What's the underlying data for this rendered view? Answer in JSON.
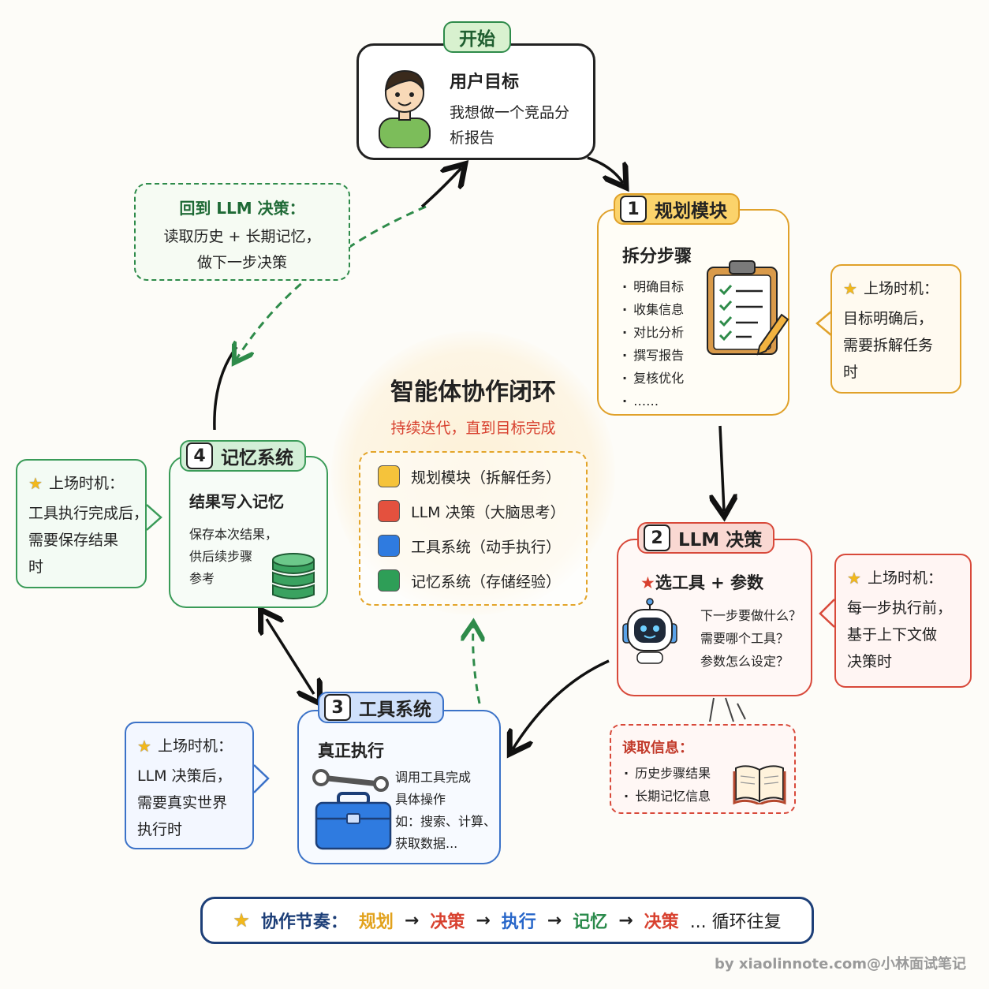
{
  "start": {
    "tag": "开始",
    "title": "用户目标",
    "desc_lines": [
      "我想做一个竞品分",
      "析报告"
    ]
  },
  "center": {
    "title": "智能体协作闭环",
    "subtitle": "持续迭代，直到目标完成",
    "legend": [
      {
        "label": "规划模块（拆解任务）",
        "color": "#f5c33b"
      },
      {
        "label": "LLM 决策（大脑思考）",
        "color": "#e4513e"
      },
      {
        "label": "工具系统（动手执行）",
        "color": "#2f7be0"
      },
      {
        "label": "记忆系统（存储经验）",
        "color": "#2e9e57"
      }
    ]
  },
  "planning": {
    "num": "1",
    "tag": "规划模块",
    "title": "拆分步骤",
    "steps": [
      "明确目标",
      "收集信息",
      "对比分析",
      "撰写报告",
      "复核优化",
      "……"
    ],
    "note": {
      "head": "上场时机：",
      "lines": [
        "目标明确后，",
        "需要拆解任务",
        "时"
      ]
    }
  },
  "llm": {
    "num": "2",
    "tag": "LLM 决策",
    "title": "选工具 + 参数",
    "questions": [
      "下一步要做什么？",
      "需要哪个工具？",
      "参数怎么设定？"
    ],
    "note": {
      "head": "上场时机：",
      "lines": [
        "每一步执行前，",
        "基于上下文做",
        "决策时"
      ]
    },
    "read": {
      "title": "读取信息：",
      "items": [
        "历史步骤结果",
        "长期记忆信息"
      ]
    }
  },
  "tools": {
    "num": "3",
    "tag": "工具系统",
    "title": "真正执行",
    "desc_lines": [
      "调用工具完成",
      "具体操作",
      "如：搜索、计算、",
      "获取数据..."
    ],
    "note": {
      "head": "上场时机：",
      "lines": [
        "LLM 决策后，",
        "需要真实世界",
        "执行时"
      ]
    }
  },
  "memory": {
    "num": "4",
    "tag": "记忆系统",
    "title": "结果写入记忆",
    "desc_lines": [
      "保存本次结果，",
      "供后续步骤",
      "参考"
    ],
    "note": {
      "head": "上场时机：",
      "lines": [
        "工具执行完成后，",
        "需要保存结果",
        "时"
      ]
    }
  },
  "back": {
    "title": "回到 LLM 决策：",
    "lines": [
      "读取历史 + 长期记忆，",
      "做下一步决策"
    ]
  },
  "rhythm": {
    "prefix": "协作节奏：",
    "steps": [
      {
        "t": "规划",
        "color": "#e2a21c"
      },
      {
        "t": "决策",
        "color": "#d8412f"
      },
      {
        "t": "执行",
        "color": "#2766c9"
      },
      {
        "t": "记忆",
        "color": "#2a8a4b"
      },
      {
        "t": "决策",
        "color": "#d8412f"
      }
    ],
    "arrow": "→",
    "suffix": "... 循环往复"
  },
  "watermark": "by xiaolinnote.com@小林面试笔记"
}
